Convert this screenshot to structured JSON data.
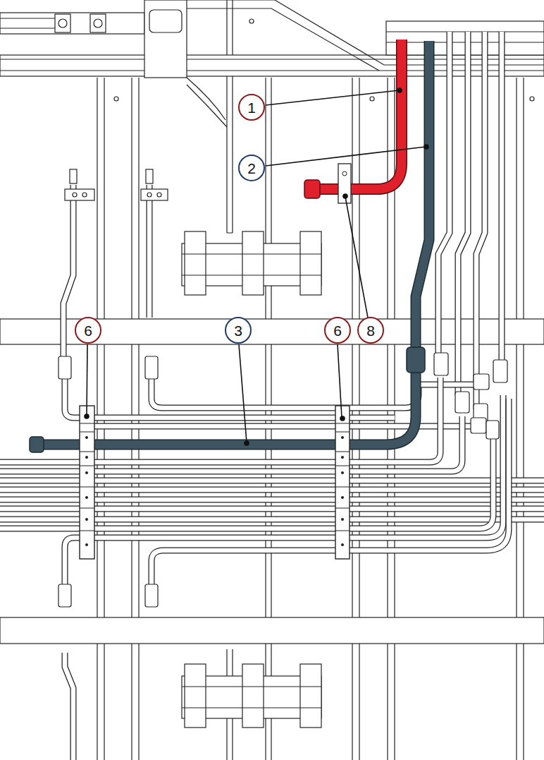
{
  "diagram": {
    "labels": [
      "1",
      "2",
      "6",
      "3",
      "6",
      "8"
    ]
  }
}
